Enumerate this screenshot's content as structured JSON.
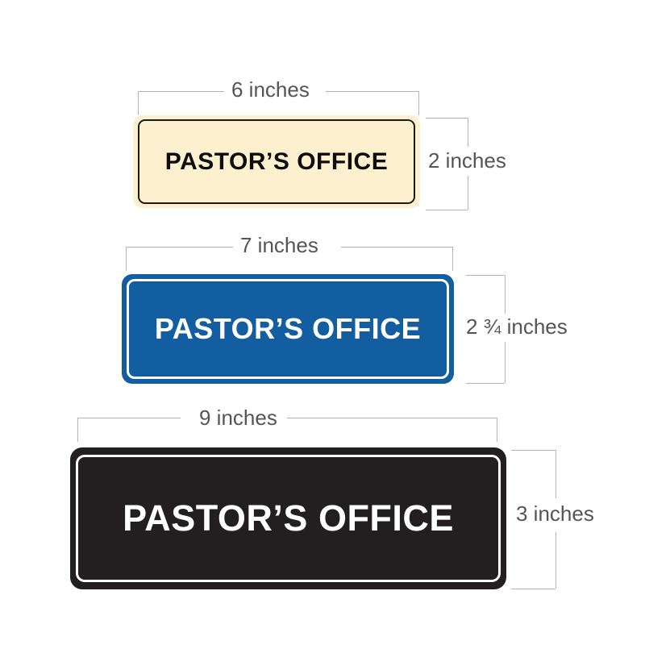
{
  "signs": [
    {
      "text": "PASTOR’S OFFICE",
      "width_label": "6 inches",
      "height_label": "2 inches",
      "colors": {
        "background": "#fdf0cf",
        "border": "#1a1a1a",
        "text": "#0d0d0d"
      }
    },
    {
      "text": "PASTOR’S OFFICE",
      "width_label": "7 inches",
      "height_label": "2 ¾ inches",
      "colors": {
        "background": "#135ea0",
        "border": "#ffffff",
        "text": "#ffffff"
      }
    },
    {
      "text": "PASTOR’S OFFICE",
      "width_label": "9 inches",
      "height_label": "3 inches",
      "colors": {
        "background": "#231f20",
        "border": "#ffffff",
        "text": "#ffffff"
      }
    }
  ],
  "colors": {
    "dimension_line": "#b5b5b5",
    "dimension_text": "#555555",
    "page_background": "#ffffff"
  }
}
